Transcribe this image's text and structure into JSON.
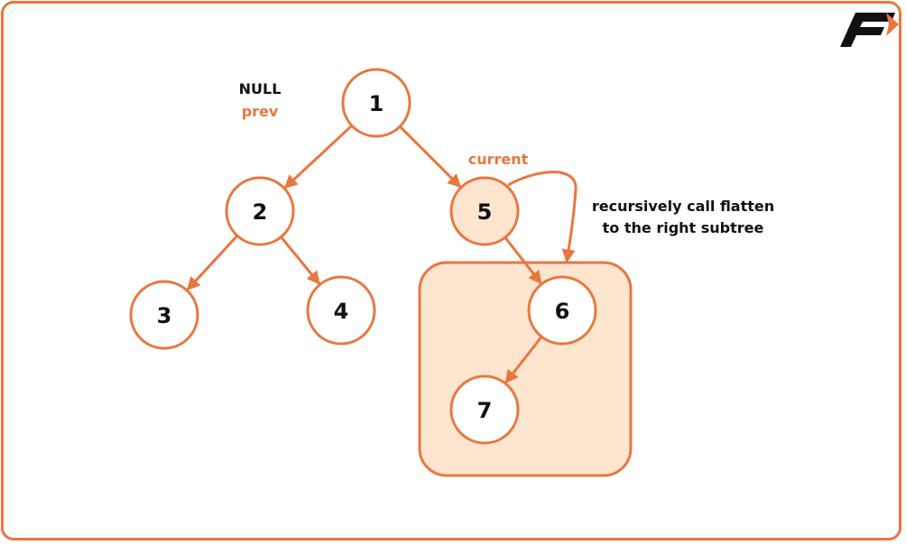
{
  "colors": {
    "accent": "#e8773f",
    "highlight_fill": "#fde5cf",
    "node_fill": "#ffffff",
    "text": "#111111"
  },
  "logo": {
    "icon": "brand-f-arrow-logo"
  },
  "labels": {
    "null": "NULL",
    "prev": "prev",
    "current": "current",
    "annotation_line1": "recursively call flatten",
    "annotation_line2": "to the right subtree"
  },
  "tree": {
    "nodes": [
      {
        "id": "1",
        "label": "1",
        "highlighted": false
      },
      {
        "id": "2",
        "label": "2",
        "highlighted": false
      },
      {
        "id": "3",
        "label": "3",
        "highlighted": false
      },
      {
        "id": "4",
        "label": "4",
        "highlighted": false
      },
      {
        "id": "5",
        "label": "5",
        "highlighted": true
      },
      {
        "id": "6",
        "label": "6",
        "highlighted": false
      },
      {
        "id": "7",
        "label": "7",
        "highlighted": false
      }
    ],
    "edges": [
      {
        "from": "1",
        "to": "2"
      },
      {
        "from": "1",
        "to": "5"
      },
      {
        "from": "2",
        "to": "3"
      },
      {
        "from": "2",
        "to": "4"
      },
      {
        "from": "5",
        "to": "6"
      },
      {
        "from": "6",
        "to": "7"
      }
    ],
    "highlighted_subtree_root": "6"
  }
}
